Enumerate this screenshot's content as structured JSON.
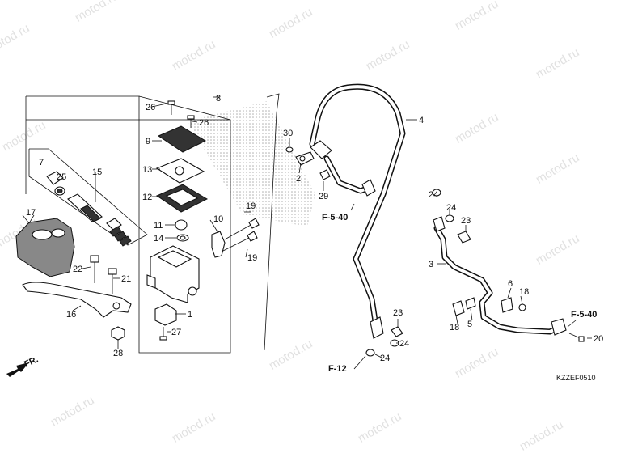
{
  "watermark": "motod.ru",
  "diagram_code": "KZZEF0510",
  "front_arrow_label": "FR.",
  "references": [
    "F-5-40",
    "F-5-40",
    "F-12"
  ],
  "labels": {
    "p1": "1",
    "p2": "2",
    "p3": "3",
    "p4": "4",
    "p5": "5",
    "p6": "6",
    "p7": "7",
    "p8": "8",
    "p9": "9",
    "p10": "10",
    "p11": "11",
    "p12": "12",
    "p13": "13",
    "p14": "14",
    "p15": "15",
    "p16": "16",
    "p17": "17",
    "p18a": "18",
    "p18b": "18",
    "p19a": "19",
    "p19b": "19",
    "p20": "20",
    "p21": "21",
    "p22": "22",
    "p23a": "23",
    "p23b": "23",
    "p24a": "24",
    "p24b": "24",
    "p24c": "24",
    "p24d": "24",
    "p25": "25",
    "p26a": "26",
    "p26b": "26",
    "p27": "27",
    "p28": "28",
    "p29": "29",
    "p30": "30"
  }
}
